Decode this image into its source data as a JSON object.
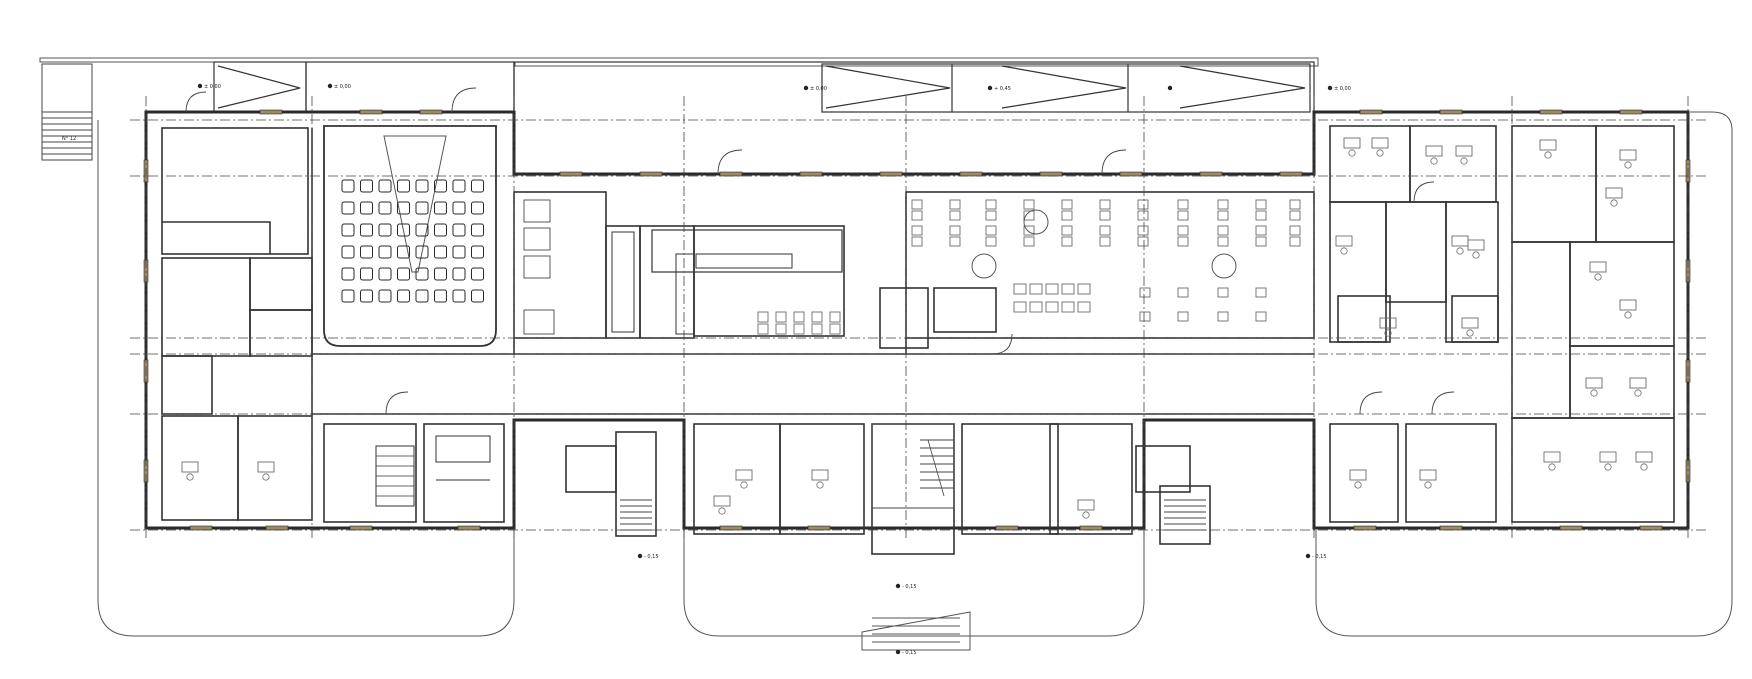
{
  "plan": {
    "colors": {
      "background": "#ffffff",
      "wall": "#2a2a2a",
      "wall_fill": "#8a8a8a",
      "thin": "#555555",
      "grid_axis": "#444444",
      "window": "#9b8a6a",
      "furniture": "#6b6b6b"
    },
    "labels": {
      "stair_top_left": "N° 12",
      "elevation_a": "± 0,00",
      "elevation_b": "± 0,00",
      "elevation_c": "± 0,00",
      "elevation_d": "+ 0,45",
      "elevation_e": "± 0,00",
      "elevation_f": "- 0,15",
      "elevation_g": "- 0,15",
      "elevation_h": "- 0,15",
      "elevation_i": "- 0,15"
    }
  }
}
